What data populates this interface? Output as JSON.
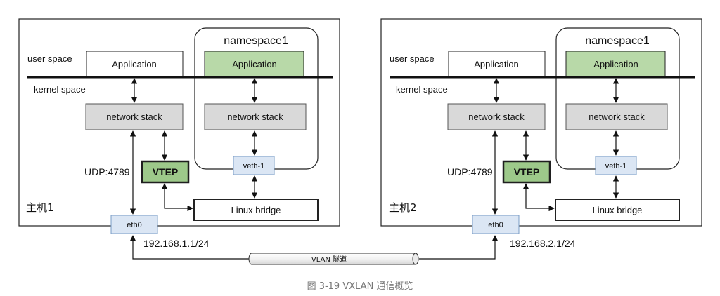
{
  "hosts": [
    {
      "name": "主机1",
      "user_space": "user space",
      "kernel_space": "kernel space",
      "app": "Application",
      "network_stack": "network stack",
      "udp": "UDP:4789",
      "vtep": "VTEP",
      "eth0": "eth0",
      "ip": "192.168.1.1/24",
      "bridge": "Linux bridge",
      "namespace": {
        "title": "namespace1",
        "app": "Application",
        "network_stack": "network stack",
        "veth": "veth-1"
      }
    },
    {
      "name": "主机2",
      "user_space": "user space",
      "kernel_space": "kernel space",
      "app": "Application",
      "network_stack": "network stack",
      "udp": "UDP:4789",
      "vtep": "VTEP",
      "eth0": "eth0",
      "ip": "192.168.2.1/24",
      "bridge": "Linux bridge",
      "namespace": {
        "title": "namespace1",
        "app": "Application",
        "network_stack": "network stack",
        "veth": "veth-1"
      }
    }
  ],
  "tunnel": "VLAN 隧道",
  "caption": "图 3-19 VXLAN 通信概览",
  "colors": {
    "ns_app_fill": "#b8d9a8",
    "vtep_fill": "#9dc98a",
    "stack_fill": "#d9d9d9",
    "iface_fill": "#dbe6f4",
    "iface_stroke": "#7a9cc6"
  }
}
